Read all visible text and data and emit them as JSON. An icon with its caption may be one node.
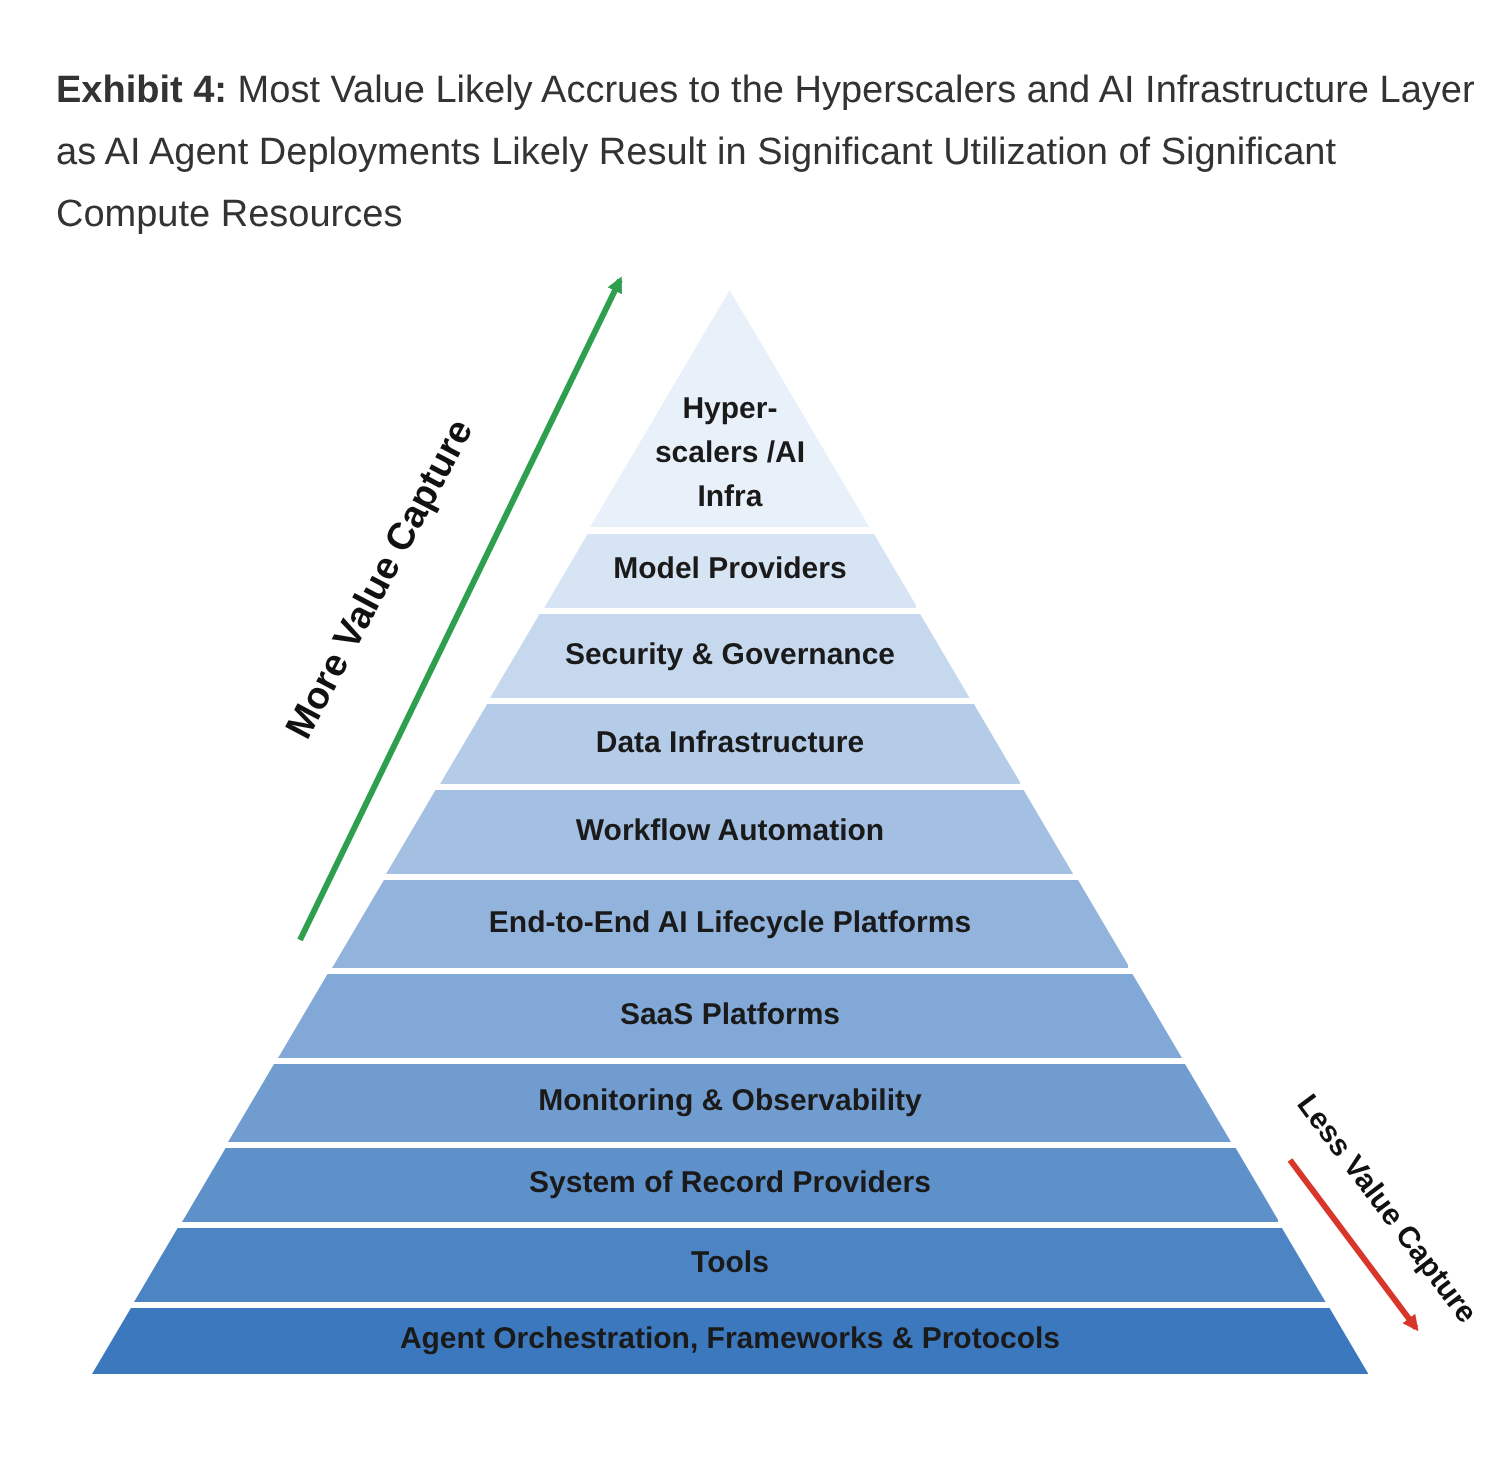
{
  "diagram": {
    "title": "**Exhibit 4:** Most Value Likely Accrues to the Hyperscalers and AI Infrastructure Layer as AI Agent Deployments Likely Result in Significant Utilization of Significant Compute Resources",
    "nodes": [
      {
        "text": [
          "Hyper- scalers /AI Infra"
        ]
      },
      {
        "text": [
          "Model Providers"
        ]
      },
      {
        "text": [
          "Security & Governance"
        ]
      },
      {
        "text": [
          "Data Infrastructure"
        ]
      },
      {
        "text": [
          "Workflow Automation"
        ]
      },
      {
        "text": [
          "End-to-End AI Lifecycle Platforms"
        ]
      },
      {
        "text": [
          "SaaS Platforms"
        ]
      },
      {
        "text": [
          "Monitoring & Observability"
        ]
      },
      {
        "text": [
          "System of Record Providers"
        ]
      },
      {
        "text": [
          "Tools"
        ]
      },
      {
        "text": [
          "Agent Orchestration, Frameworks & Protocols"
        ]
      }
    ],
    "labels": [
      "More Value Capture",
      "Less Value Capture"
    ]
  }
}
